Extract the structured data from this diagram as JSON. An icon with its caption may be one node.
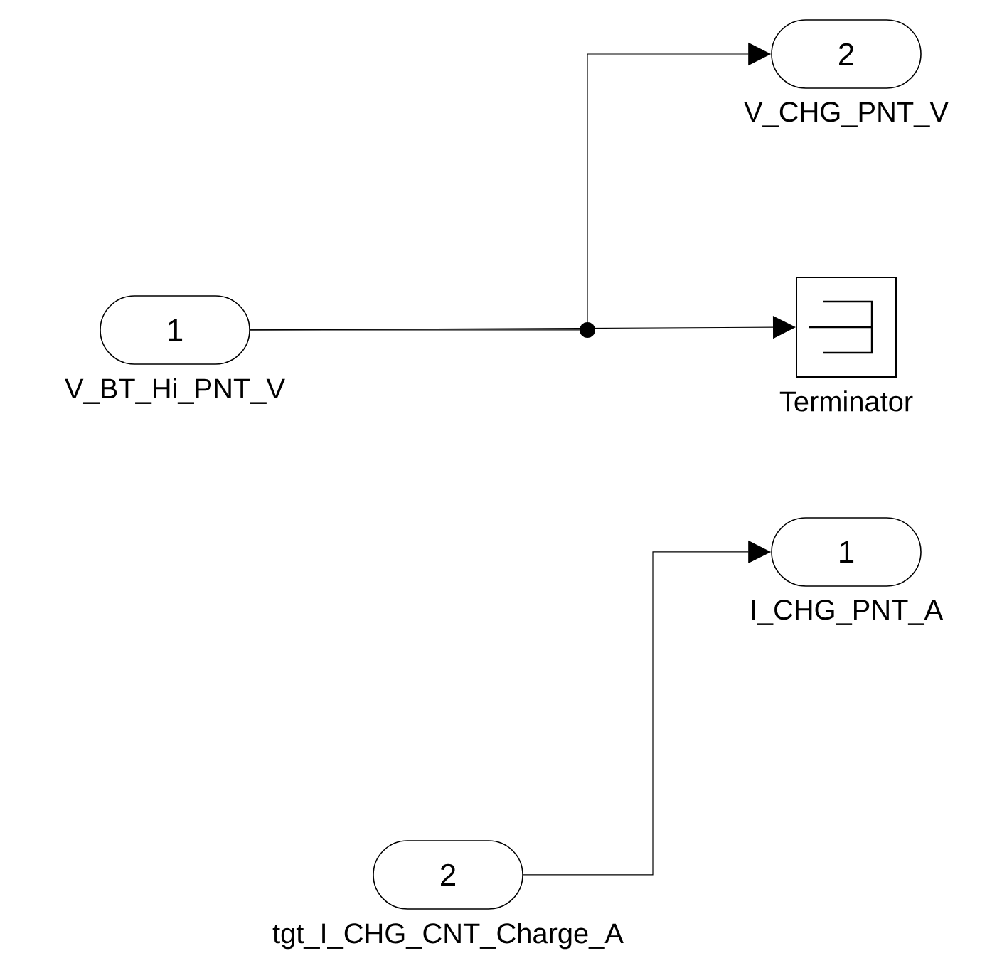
{
  "diagram": {
    "nodes": [
      {
        "text": [
          "1"
        ],
        "beside": [
          "V_BT_Hi_PNT_V"
        ]
      },
      {
        "text": [
          "2"
        ],
        "beside": [
          "V_CHG_PNT_V"
        ]
      },
      {
        "text": [],
        "shape": "box",
        "beside": [
          "Terminator"
        ]
      },
      {
        "text": [
          "1"
        ],
        "beside": [
          "I_CHG_PNT_A"
        ]
      },
      {
        "text": [
          "2"
        ],
        "beside": [
          "tgt_I_CHG_CNT_Charge_A"
        ]
      }
    ],
    "edges": [
      {
        "from": 0,
        "to": 1,
        "arrow": "to"
      },
      {
        "from": 0,
        "to": 2,
        "arrow": "to"
      },
      {
        "from": 4,
        "to": 3,
        "arrow": "to"
      }
    ]
  }
}
